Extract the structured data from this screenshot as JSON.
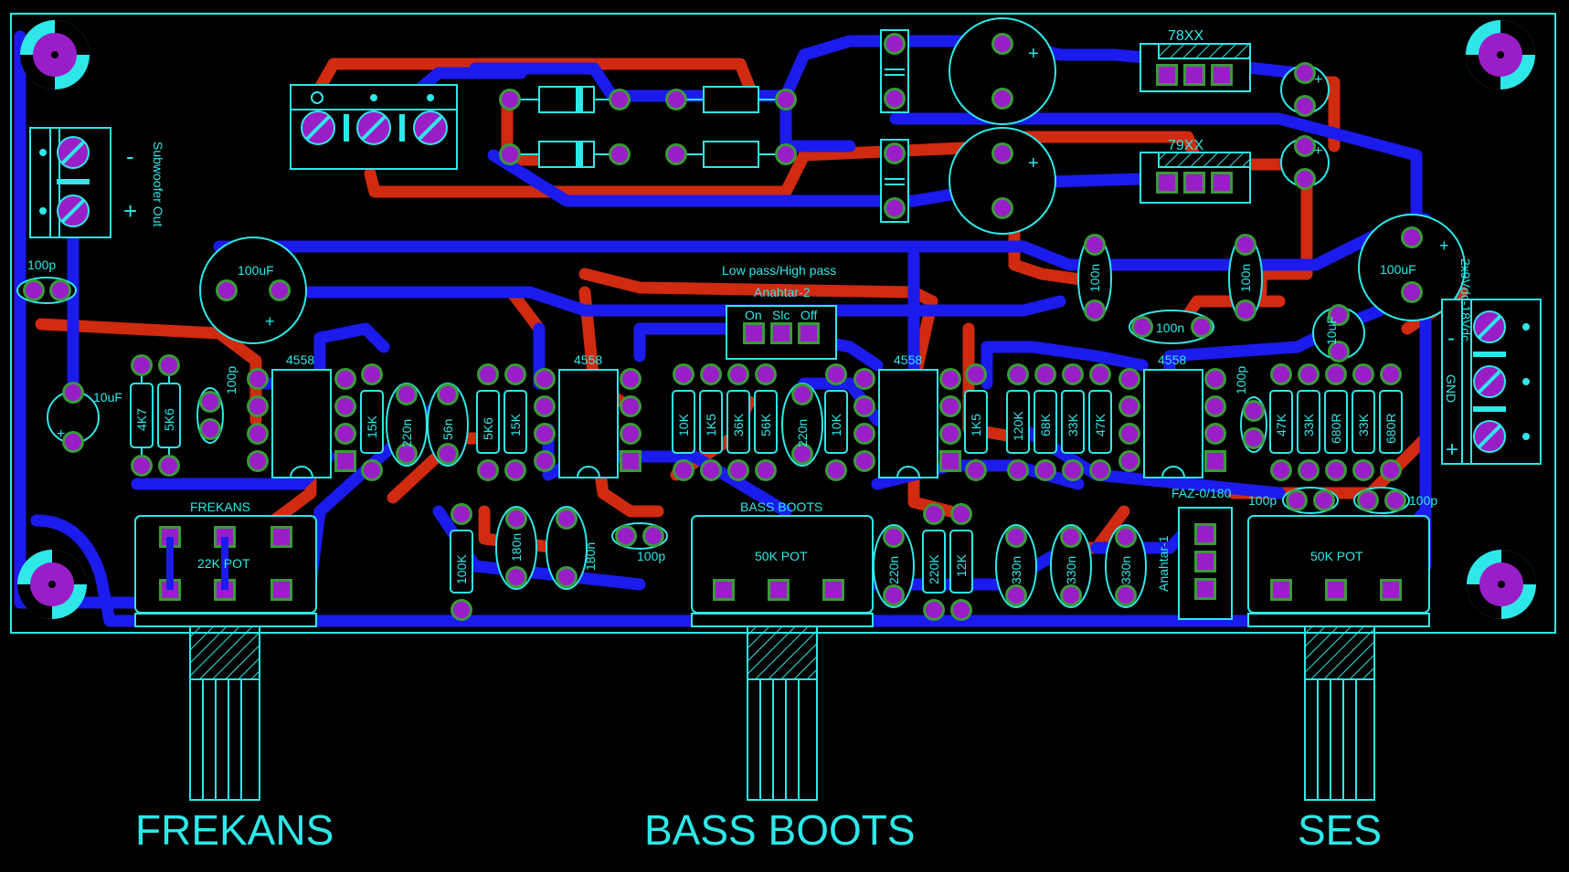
{
  "colors": {
    "background": "#000000",
    "silkscreen": "#2ee8e8",
    "top_copper": "#d02a10",
    "bottom_copper": "#1b1bee",
    "pad": "#9a1ec8",
    "pad_ring": "#3a9a3a"
  },
  "labels": {
    "subwoofer": "Subwoofer Out",
    "sub_minus": "-",
    "sub_plus": "+",
    "reg_top": "78XX",
    "reg_bottom": "79XX",
    "lowpass": "Low pass/High pass",
    "switch2": "Anahtar-2",
    "sw_on": "On",
    "sw_slc": "Slc",
    "sw_off": "Off",
    "switch1": "Anahtar-1",
    "faz": "FAZ-0/180",
    "power": "2x9Vdc-18Vdc",
    "gnd": "GND",
    "pwr_minus": "-",
    "pwr_plus": "+",
    "pot1_header": "FREKANS",
    "pot1_value": "22K POT",
    "pot2_header": "BASS BOOTS",
    "pot2_value": "50K POT",
    "pot3_value": "50K POT",
    "bottom_frekans": "FREKANS",
    "bottom_bass": "BASS BOOTS",
    "bottom_ses": "SES"
  },
  "ics": [
    "4558",
    "4558",
    "4558",
    "4558"
  ],
  "cap_labels": {
    "c100uf_left": "100uF",
    "c100uf_right": "100uF",
    "c10uf_left": "10uF",
    "c10uf_right": "10uF",
    "c100p_left": "100p",
    "c100p_ic1": "100p",
    "c220n_1": "220n",
    "c56n": "56n",
    "c220n_2": "220n",
    "c180n_1": "180n",
    "c180n_2": "180n",
    "c100p_mid": "100p",
    "c220n_3": "220n",
    "c330n_1": "330n",
    "c330n_2": "330n",
    "c330n_3": "330n",
    "c100n_1": "100n",
    "c100n_2": "100n",
    "c100n_3": "100n",
    "c100p_ic4": "100p",
    "c100p_r1": "100p",
    "c100p_r2": "100p"
  },
  "resistor_labels": {
    "r4k7": "4K7",
    "r5k6_1": "5K6",
    "r15k_1": "15K",
    "r5k6_2": "5K6",
    "r15k_2": "15K",
    "r100k": "100K",
    "r10k_1": "10K",
    "r1k5_1": "1K5",
    "r36k": "36K",
    "r56k": "56K",
    "r10k_2": "10K",
    "r1k5_2": "1K5",
    "r220k": "220K",
    "r12k": "12K",
    "r120k": "120K",
    "r68k": "68K",
    "r33k_1": "33K",
    "r47k_1": "47K",
    "r47k_2": "47K",
    "r33k_2": "33K",
    "r680r_1": "680R",
    "r33k_3": "33K",
    "r680r_2": "680R"
  }
}
